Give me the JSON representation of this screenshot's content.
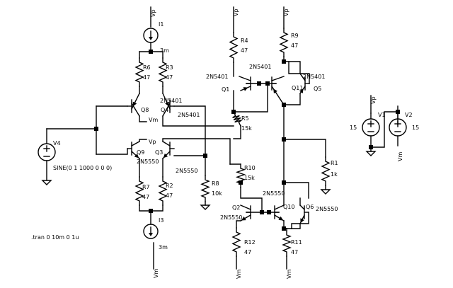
{
  "rails": {
    "vp": "Vp",
    "vm": "Vm"
  },
  "sources": {
    "I1": {
      "name": "I1",
      "value": "3m"
    },
    "I3": {
      "name": "I3",
      "value": "3m"
    },
    "V1": {
      "name": "V1",
      "value": "15"
    },
    "V2": {
      "name": "V2",
      "value": "15"
    },
    "V4": {
      "name": "V4",
      "value": "SINE(0 1 1000 0 0 0)"
    }
  },
  "resistors": {
    "R1": {
      "name": "R1",
      "value": "1k"
    },
    "R2": {
      "name": "R2",
      "value": "47"
    },
    "R3": {
      "name": "R3",
      "value": "47"
    },
    "R4": {
      "name": "R4",
      "value": "47"
    },
    "R5": {
      "name": "R5",
      "value": "15k"
    },
    "R6": {
      "name": "R6",
      "value": "47"
    },
    "R7": {
      "name": "R7",
      "value": "47"
    },
    "R8": {
      "name": "R8",
      "value": "10k"
    },
    "R9": {
      "name": "R9",
      "value": "47"
    },
    "R10": {
      "name": "R10",
      "value": "15k"
    },
    "R11": {
      "name": "R11",
      "value": "47"
    },
    "R12": {
      "name": "R12",
      "value": "47"
    }
  },
  "transistors": {
    "Q1": {
      "name": "Q1",
      "model": "2N5401"
    },
    "Q2": {
      "name": "Q2",
      "model": "2N5550"
    },
    "Q3": {
      "name": "Q3",
      "model": "2N5550"
    },
    "Q4": {
      "name": "Q4",
      "model": "2N5401"
    },
    "Q5": {
      "name": "Q5",
      "model": "2N5401"
    },
    "Q6": {
      "name": "Q6",
      "model": "2N5550"
    },
    "Q8": {
      "name": "Q8",
      "model": "2N5401"
    },
    "Q9": {
      "name": "Q9",
      "model": "2N5550"
    },
    "Q10": {
      "name": "Q10",
      "model": "2N5550"
    },
    "Q11": {
      "name": "Q11",
      "model": "2N5401"
    }
  },
  "directive": ".tran 0 10m 0 1u"
}
